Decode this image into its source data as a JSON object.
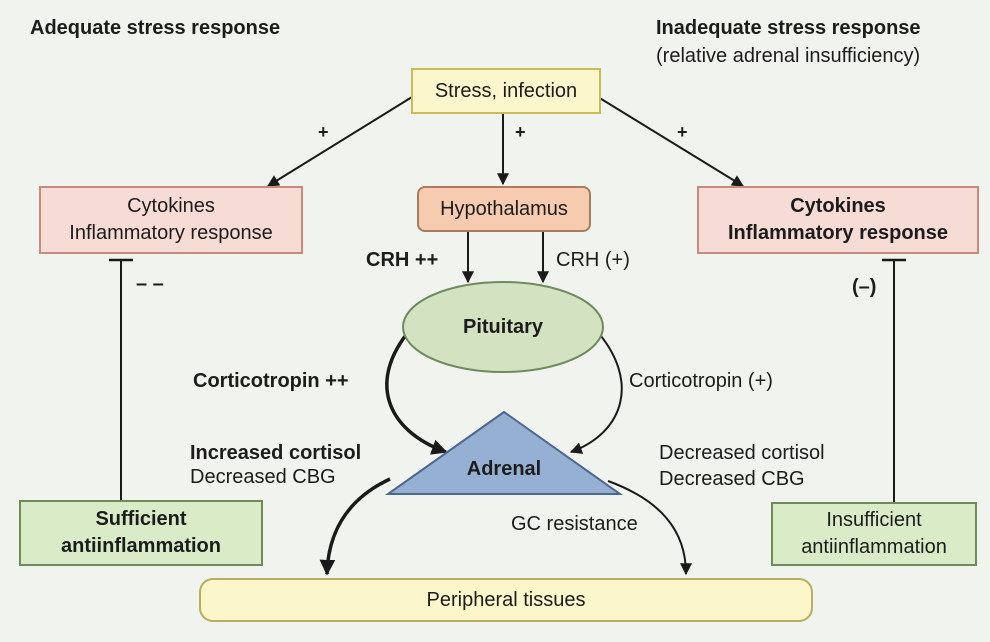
{
  "headers": {
    "left_title": "Adequate stress response",
    "right_title": "Inadequate stress response",
    "right_subtitle": "(relative adrenal insufficiency)"
  },
  "nodes": {
    "stress": "Stress, infection",
    "hypothalamus": "Hypothalamus",
    "pituitary": "Pituitary",
    "adrenal": "Adrenal",
    "peripheral": "Peripheral tissues",
    "left_cytokines": [
      "Cytokines",
      "Inflammatory response"
    ],
    "right_cytokines": [
      "Cytokines",
      "Inflammatory response"
    ],
    "left_anti": [
      "Sufficient",
      "antiinflammation"
    ],
    "right_anti": [
      "Insufficient",
      "antiinflammation"
    ]
  },
  "labels": {
    "plus_left": "+",
    "plus_center": "+",
    "plus_right": "+",
    "crh_strong": "CRH ++",
    "crh_weak": "CRH (+)",
    "corticotropin_strong": "Corticotropin ++",
    "corticotropin_weak": "Corticotropin (+)",
    "left_outcome": [
      "Increased cortisol",
      "Decreased CBG"
    ],
    "right_outcome": [
      "Decreased cortisol",
      "Decreased CBG"
    ],
    "gc_resistance": "GC resistance",
    "inhibit_left": "– –",
    "inhibit_right": "(–)"
  },
  "colors": {
    "yellow_box": "#fbf6cc",
    "pink_box": "#f7dcd6",
    "peach_box": "#f6cbb0",
    "green_box": "#d9ebc7",
    "pituitary_fill": "#d3e3c2",
    "adrenal_fill": "#96b0d4",
    "background": "#f1f3ef"
  }
}
